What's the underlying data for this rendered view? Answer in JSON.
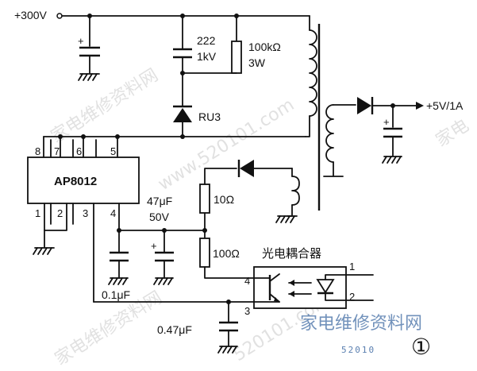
{
  "labels": {
    "vin": "+300V",
    "vout": "+5V/1A",
    "ic": "AP8012",
    "cap_hv_value": "222",
    "cap_hv_voltage": "1kV",
    "res_snub_value": "100kΩ",
    "res_snub_power": "3W",
    "diode_snub": "RU3",
    "cap_47": "47μF",
    "cap_47_v": "50V",
    "res_10": "10Ω",
    "res_100": "100Ω",
    "cap_01": "0.1μF",
    "cap_047": "0.47μF",
    "opto": "光电耦合器",
    "figure_number": "①"
  },
  "pins": {
    "p8": "8",
    "p7": "7",
    "p6": "6",
    "p5": "5",
    "p1": "1",
    "p2": "2",
    "p3": "3",
    "p4": "4",
    "opto_4": "4",
    "opto_3": "3",
    "opto_1": "1",
    "opto_2": "2"
  },
  "watermarks": {
    "site_cn": "家电维修资料网",
    "site_url": "www.520101.com",
    "site_url_short": "520101.com",
    "site_num": "52010",
    "brand_right": "家电"
  }
}
